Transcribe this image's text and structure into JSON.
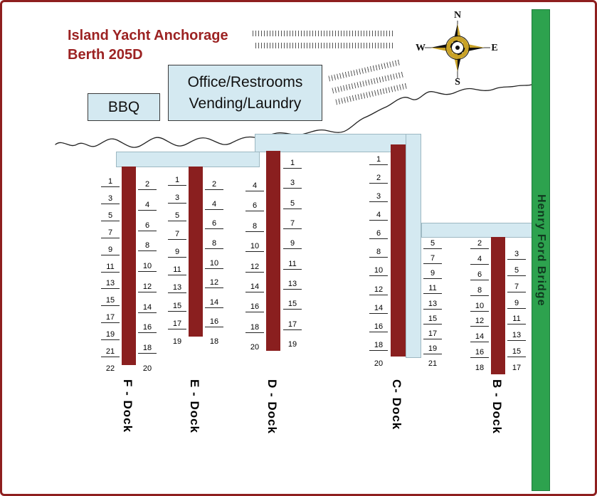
{
  "colors": {
    "border_maroon": "#8e1f1f",
    "title_red": "#9c2222",
    "dock_maroon": "#8a1f1f",
    "walkway_blue": "#d4e9f1",
    "bridge_green": "#2da24e",
    "compass_gold": "#c9a227"
  },
  "title": {
    "line1": "Island Yacht Anchorage",
    "line2": "Berth 205D"
  },
  "buildings": {
    "bbq_label": "BBQ",
    "office_line1": "Office/Restrooms",
    "office_line2": "Vending/Laundry"
  },
  "bridge_label": "Henry Ford Bridge",
  "compass": {
    "north": "N",
    "south": "S",
    "east": "E",
    "west": "W"
  },
  "docks": [
    {
      "id": "f",
      "label": "F - Dock",
      "left_numbers": [
        "1",
        "3",
        "5",
        "7",
        "9",
        "11",
        "13",
        "15",
        "17",
        "19",
        "21",
        "22"
      ],
      "right_numbers": [
        "2",
        "4",
        "6",
        "8",
        "10",
        "12",
        "14",
        "16",
        "18",
        "20"
      ]
    },
    {
      "id": "e",
      "label": "E - Dock",
      "left_numbers": [
        "1",
        "3",
        "5",
        "7",
        "9",
        "11",
        "13",
        "15",
        "17",
        "19"
      ],
      "right_numbers": [
        "2",
        "4",
        "6",
        "8",
        "10",
        "12",
        "14",
        "16",
        "18"
      ]
    },
    {
      "id": "d",
      "label": "D - Dock",
      "left_numbers": [
        "4",
        "6",
        "8",
        "10",
        "12",
        "14",
        "16",
        "18",
        "20"
      ],
      "right_numbers": [
        "1",
        "3",
        "5",
        "7",
        "9",
        "11",
        "13",
        "15",
        "17",
        "19"
      ]
    },
    {
      "id": "c",
      "label": "C- Dock",
      "left_numbers": [
        "1",
        "2",
        "3",
        "4",
        "6",
        "8",
        "10",
        "12",
        "14",
        "16",
        "18",
        "20"
      ],
      "right_numbers": [
        "5",
        "7",
        "9",
        "11",
        "13",
        "15",
        "17",
        "19",
        "21"
      ]
    },
    {
      "id": "b",
      "label": "B - Dock",
      "left_numbers": [
        "2",
        "4",
        "6",
        "8",
        "10",
        "12",
        "14",
        "16",
        "18"
      ],
      "right_numbers": [
        "3",
        "5",
        "7",
        "9",
        "11",
        "13",
        "15",
        "17"
      ]
    }
  ]
}
